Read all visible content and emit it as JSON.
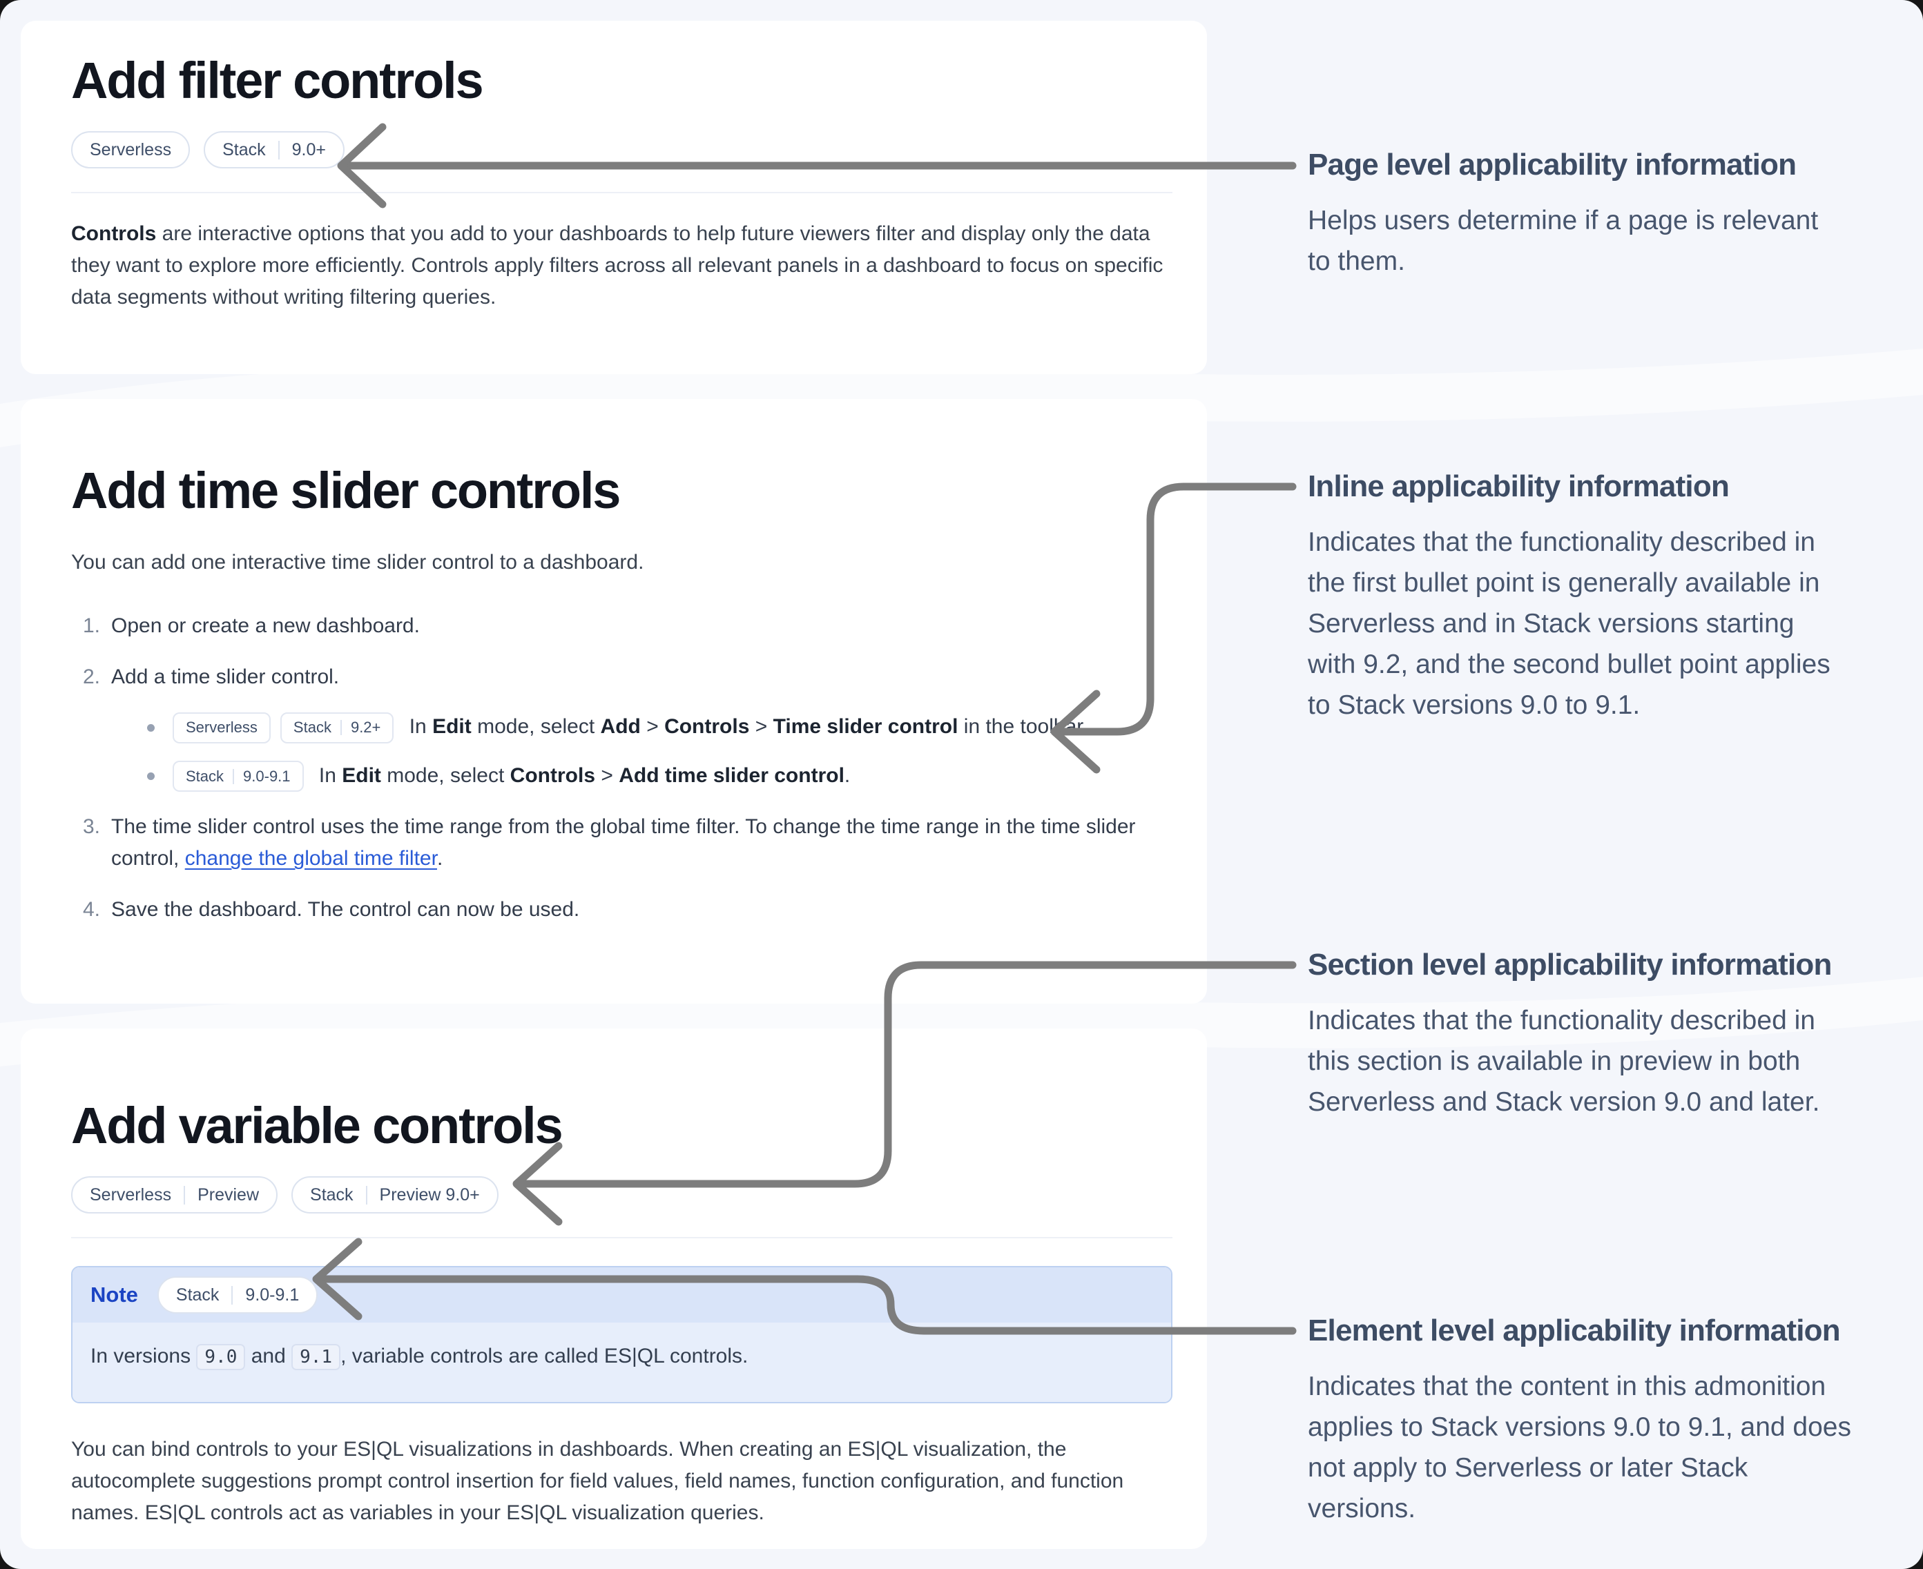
{
  "colors": {
    "page_background": "#f4f6fb",
    "card_background": "#ffffff",
    "heading_text": "#12161f",
    "body_text": "#39424f",
    "badge_border": "#dce3ef",
    "badge_text": "#3e4e68",
    "note_border": "#bdd1f1",
    "note_header_background": "#d9e4f9",
    "note_body_background": "#e7eefb",
    "note_label_blue": "#1b44c3",
    "link_blue": "#2a5bd7",
    "annotation_text": "#47556d",
    "arrow_gray": "#7d7d7d"
  },
  "cards": [
    {
      "title": "Add filter controls",
      "badges": [
        {
          "t": "badge",
          "pill": true,
          "parts": [
            "Serverless"
          ]
        },
        {
          "t": "badge",
          "pill": true,
          "parts": [
            "Stack",
            "9.0+"
          ]
        }
      ],
      "paragraph": [
        {
          "t": "bold",
          "s": "Controls"
        },
        {
          "t": "text",
          "s": " are interactive options that you add to your dashboards to help future viewers filter and display only the data they want to explore more efficiently. Controls apply filters across all relevant panels in a dashboard to focus on specific data segments without writing filtering queries."
        }
      ]
    },
    {
      "title": "Add time slider controls",
      "intro": "You can add one interactive time slider control to a dashboard.",
      "steps": [
        {
          "num": "1.",
          "segments": [
            {
              "t": "text",
              "s": "Open or create a new dashboard."
            }
          ]
        },
        {
          "num": "2.",
          "segments": [
            {
              "t": "text",
              "s": "Add a time slider control."
            }
          ],
          "bullets": [
            {
              "segments": [
                {
                  "t": "badge",
                  "pill": false,
                  "parts": [
                    "Serverless"
                  ]
                },
                {
                  "t": "badge",
                  "pill": false,
                  "parts": [
                    "Stack",
                    "9.2+"
                  ]
                },
                {
                  "t": "text",
                  "s": " In "
                },
                {
                  "t": "bold",
                  "s": "Edit"
                },
                {
                  "t": "text",
                  "s": " mode, select "
                },
                {
                  "t": "bold",
                  "s": "Add"
                },
                {
                  "t": "text",
                  "s": " > "
                },
                {
                  "t": "bold",
                  "s": "Controls"
                },
                {
                  "t": "text",
                  "s": " > "
                },
                {
                  "t": "bold",
                  "s": "Time slider control"
                },
                {
                  "t": "text",
                  "s": " in the toolbar."
                }
              ]
            },
            {
              "segments": [
                {
                  "t": "badge",
                  "pill": false,
                  "parts": [
                    "Stack",
                    "9.0-9.1"
                  ]
                },
                {
                  "t": "text",
                  "s": " In "
                },
                {
                  "t": "bold",
                  "s": "Edit"
                },
                {
                  "t": "text",
                  "s": " mode, select "
                },
                {
                  "t": "bold",
                  "s": "Controls"
                },
                {
                  "t": "text",
                  "s": " > "
                },
                {
                  "t": "bold",
                  "s": "Add time slider control"
                },
                {
                  "t": "text",
                  "s": "."
                }
              ]
            }
          ]
        },
        {
          "num": "3.",
          "segments": [
            {
              "t": "text",
              "s": "The time slider control uses the time range from the global time filter. To change the time range in the time slider control, "
            },
            {
              "t": "link",
              "s": "change the global time filter"
            },
            {
              "t": "text",
              "s": "."
            }
          ]
        },
        {
          "num": "4.",
          "segments": [
            {
              "t": "text",
              "s": "Save the dashboard. The control can now be used."
            }
          ]
        }
      ]
    },
    {
      "title": "Add variable controls",
      "badges": [
        {
          "t": "badge",
          "pill": true,
          "parts": [
            "Serverless",
            "Preview"
          ]
        },
        {
          "t": "badge",
          "pill": true,
          "parts": [
            "Stack",
            "Preview 9.0+"
          ]
        }
      ],
      "note": {
        "label": "Note",
        "badges": [
          {
            "t": "badge",
            "pill": true,
            "parts": [
              "Stack",
              "9.0-9.1"
            ]
          }
        ],
        "segments": [
          {
            "t": "text",
            "s": "In versions "
          },
          {
            "t": "code",
            "s": "9.0"
          },
          {
            "t": "text",
            "s": " and "
          },
          {
            "t": "code",
            "s": "9.1"
          },
          {
            "t": "text",
            "s": ", variable controls are called ES|QL controls."
          }
        ]
      },
      "paragraph": "You can bind controls to your ES|QL visualizations in dashboards. When creating an ES|QL visualization, the autocomplete suggestions prompt control insertion for field values, field names, function configuration, and function names. ES|QL controls act as variables in your ES|QL visualization queries."
    }
  ],
  "annotations": [
    {
      "title": "Page level applicability information",
      "body": "Helps users determine if a page is relevant\nto them."
    },
    {
      "title": "Inline applicability information",
      "body": "Indicates that the functionality described in\nthe first bullet point is generally available in\nServerless and in Stack versions starting\nwith 9.2, and the second bullet point applies\nto Stack versions 9.0 to 9.1."
    },
    {
      "title": "Section level applicability information",
      "body": "Indicates that the functionality described in\nthis section is available in preview in both\nServerless and Stack version 9.0 and later."
    },
    {
      "title": "Element level applicability information",
      "body": "Indicates that the content in this admonition\napplies to Stack versions 9.0 to 9.1, and does\nnot apply to Serverless or later Stack\nversions."
    }
  ]
}
